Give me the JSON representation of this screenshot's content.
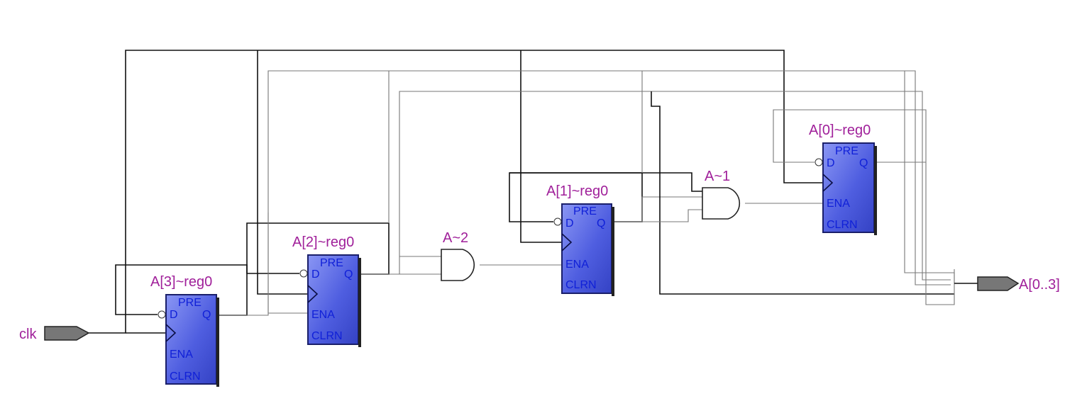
{
  "diagram": {
    "registers": [
      {
        "id": "a3",
        "label": "A[3]~reg0"
      },
      {
        "id": "a2",
        "label": "A[2]~reg0"
      },
      {
        "id": "a1",
        "label": "A[1]~reg0"
      },
      {
        "id": "a0",
        "label": "A[0]~reg0"
      }
    ],
    "pins": {
      "pre": "PRE",
      "d": "D",
      "q": "Q",
      "ena": "ENA",
      "clrn": "CLRN"
    },
    "gates": [
      {
        "id": "g2",
        "label": "A~2"
      },
      {
        "id": "g1",
        "label": "A~1"
      }
    ],
    "ports": {
      "input": "clk",
      "output": "A[0..3]"
    },
    "colors": {
      "register_fill": "#4f5ee0",
      "label": "#a0209a",
      "pin_text": "#1020d8",
      "port_fill": "#777777"
    }
  }
}
